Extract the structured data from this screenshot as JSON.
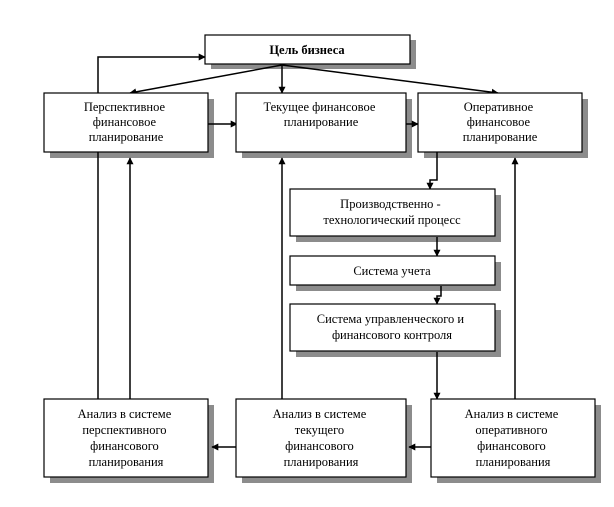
{
  "nodes": {
    "goal": {
      "lines": [
        "Цель бизнеса"
      ]
    },
    "strategic": {
      "lines": [
        "Перспективное",
        "финансовое",
        "планирование"
      ]
    },
    "current": {
      "lines": [
        "Текущее финансовое",
        "планирование"
      ]
    },
    "operational": {
      "lines": [
        "Оперативное",
        "финансовое",
        "планирование"
      ]
    },
    "production": {
      "lines": [
        "Производственно -",
        "технологический процесс"
      ]
    },
    "accounting": {
      "lines": [
        "Система учета"
      ]
    },
    "control": {
      "lines": [
        "Система управленческого и",
        "финансового контроля"
      ]
    },
    "analysis_strategic": {
      "lines": [
        "Анализ в системе",
        "перспективного",
        "финансового",
        "планирования"
      ]
    },
    "analysis_current": {
      "lines": [
        "Анализ в системе",
        "текущего",
        "финансового",
        "планирования"
      ]
    },
    "analysis_operational": {
      "lines": [
        "Анализ в системе",
        "оперативного",
        "финансового",
        "планирования"
      ]
    }
  }
}
